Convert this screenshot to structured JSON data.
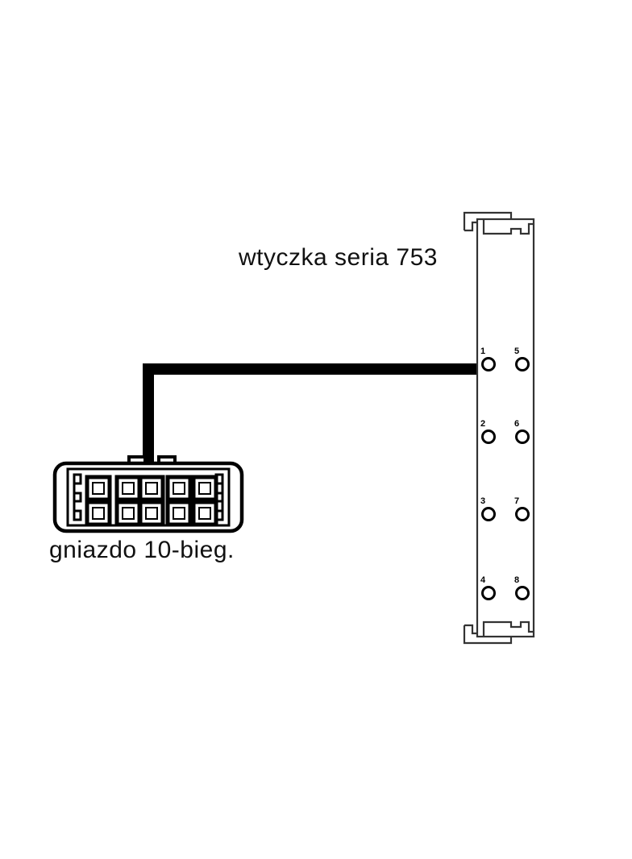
{
  "diagram": {
    "type": "connector-wiring-diagram",
    "background_color": "#ffffff",
    "line_color": "#111111",
    "cable_color": "#000000",
    "labels": {
      "plug": "wtyczka seria 753",
      "socket": "gniazdo 10-bieg."
    },
    "plug_connector": {
      "name": "wtyczka seria 753",
      "series": "753",
      "pin_count": 8,
      "columns": 2,
      "rows": 4,
      "pins": [
        {
          "number": "1",
          "column": "left",
          "row": 1
        },
        {
          "number": "2",
          "column": "left",
          "row": 2
        },
        {
          "number": "3",
          "column": "left",
          "row": 3
        },
        {
          "number": "4",
          "column": "left",
          "row": 4
        },
        {
          "number": "5",
          "column": "right",
          "row": 1
        },
        {
          "number": "6",
          "column": "right",
          "row": 2
        },
        {
          "number": "7",
          "column": "right",
          "row": 3
        },
        {
          "number": "8",
          "column": "right",
          "row": 4
        }
      ]
    },
    "socket_connector": {
      "name": "gniazdo 10-bieg.",
      "pole_count": "10",
      "columns": 5,
      "rows": 2,
      "contact_count": 10
    },
    "cable": {
      "shape": "L-shaped",
      "connects_from": "socket_connector",
      "connects_to": "plug_connector pin 1 row"
    }
  }
}
